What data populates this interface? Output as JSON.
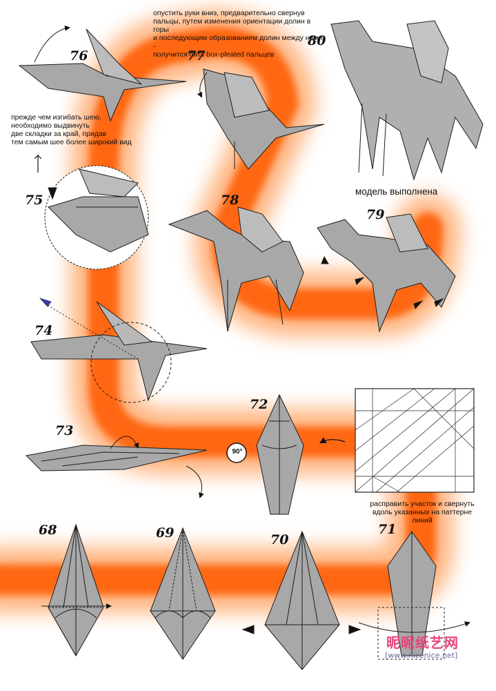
{
  "steps": {
    "s68": "68",
    "s69": "69",
    "s70": "70",
    "s71": "71",
    "s72": "72",
    "s73": "73",
    "s74": "74",
    "s75": "75",
    "s76": "76",
    "s77": "77",
    "s78": "78",
    "s79": "79",
    "s80": "80"
  },
  "notes": {
    "step77_line1": "опустить руки вниз, предварительно свернув",
    "step77_line2": "пальцы, путем изменения ориентации долин в горы",
    "step77_line3": "и последующим образованием долин между ними -",
    "step77_line4": "получится пять box-pleated пальцев",
    "step76_line1": "прежде чем изгибать шею,",
    "step76_line2": "необходимо выдвинуть",
    "step76_line3": "две складки за край, придав",
    "step76_line4": "тем самым шее более широкий вид",
    "step71_line1": "расправить участок и свернуть",
    "step71_line2": "вдоль указанных на паттерне",
    "step71_line3": "линий",
    "rotate_label": "90°",
    "finished": "модель выполнена"
  },
  "watermark": {
    "brand": "昵昵纸艺网",
    "url": "[www.nicenice.net]"
  },
  "colors": {
    "glow": "#ff6a00",
    "paper": "#a8a8a8",
    "paper_light": "#cfcfcf",
    "line": "#1c1c1c"
  }
}
